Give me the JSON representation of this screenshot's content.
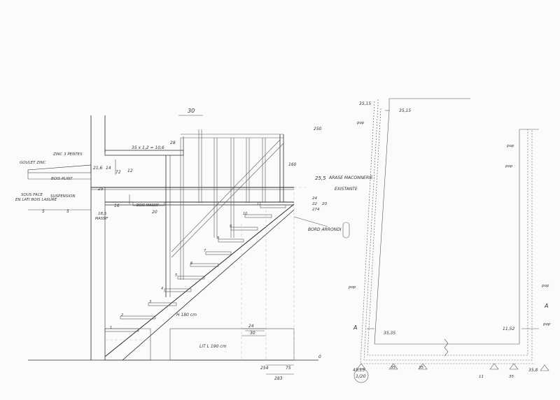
{
  "drawing": {
    "top_dim": "30",
    "dim_top_right": "250",
    "zinc_label": "ZINC 3 PENTES",
    "gutter_label": "GOULET ZINC",
    "dim_216": "21,6",
    "dim_14": "14",
    "dim_72": "72",
    "dim_12": "12",
    "dim_formula": "35 x 1,2 = 10,6",
    "dim_28": "28",
    "dim_160": "160",
    "dim_25": "25",
    "wood_label": "BOIS PLINT",
    "sous_face": "SOUS FACE",
    "en_lat": "EN LATI BOIS LASURE",
    "suspension": "SUSPENSION",
    "dim_255": "25,5",
    "arase": "ARASE MACONNERIE",
    "existante": "EXISTANTE",
    "dim_5a": "5",
    "dim_5b": "5",
    "dim_185": "18,5",
    "massif": "MASSIF",
    "bois_massif": "BOIS MASSIF",
    "dim_16": "16",
    "dim_20": "20",
    "right_dims": [
      "24",
      "22",
      "20",
      "274"
    ],
    "bord_arrondi": "BORD ARRONDI",
    "treads": [
      "1",
      "2",
      "3",
      "4",
      "5",
      "6",
      "7",
      "8",
      "9",
      "10",
      "11"
    ],
    "dim_180": "H 180 cm",
    "lit": "LIT L 190 cm",
    "dim_24": "24",
    "dim_30": "30",
    "dim_254": "254",
    "dim_75": "75",
    "dim_283": "283",
    "dim_0": "0",
    "plan_dims": {
      "top_left": "35,15",
      "top_mid": "35,15",
      "bottom_left": "35,35",
      "bottom_right": "11,52",
      "corner_bl": "45,15",
      "corner_br": "35,8",
      "scale": "1/20"
    },
    "plan_marks": [
      "pop",
      "pop",
      "pop",
      "pop",
      "pop",
      "pop"
    ],
    "plan_letters": [
      "A",
      "A"
    ],
    "plan_bottom": [
      "35",
      "35",
      "11",
      "35"
    ]
  }
}
